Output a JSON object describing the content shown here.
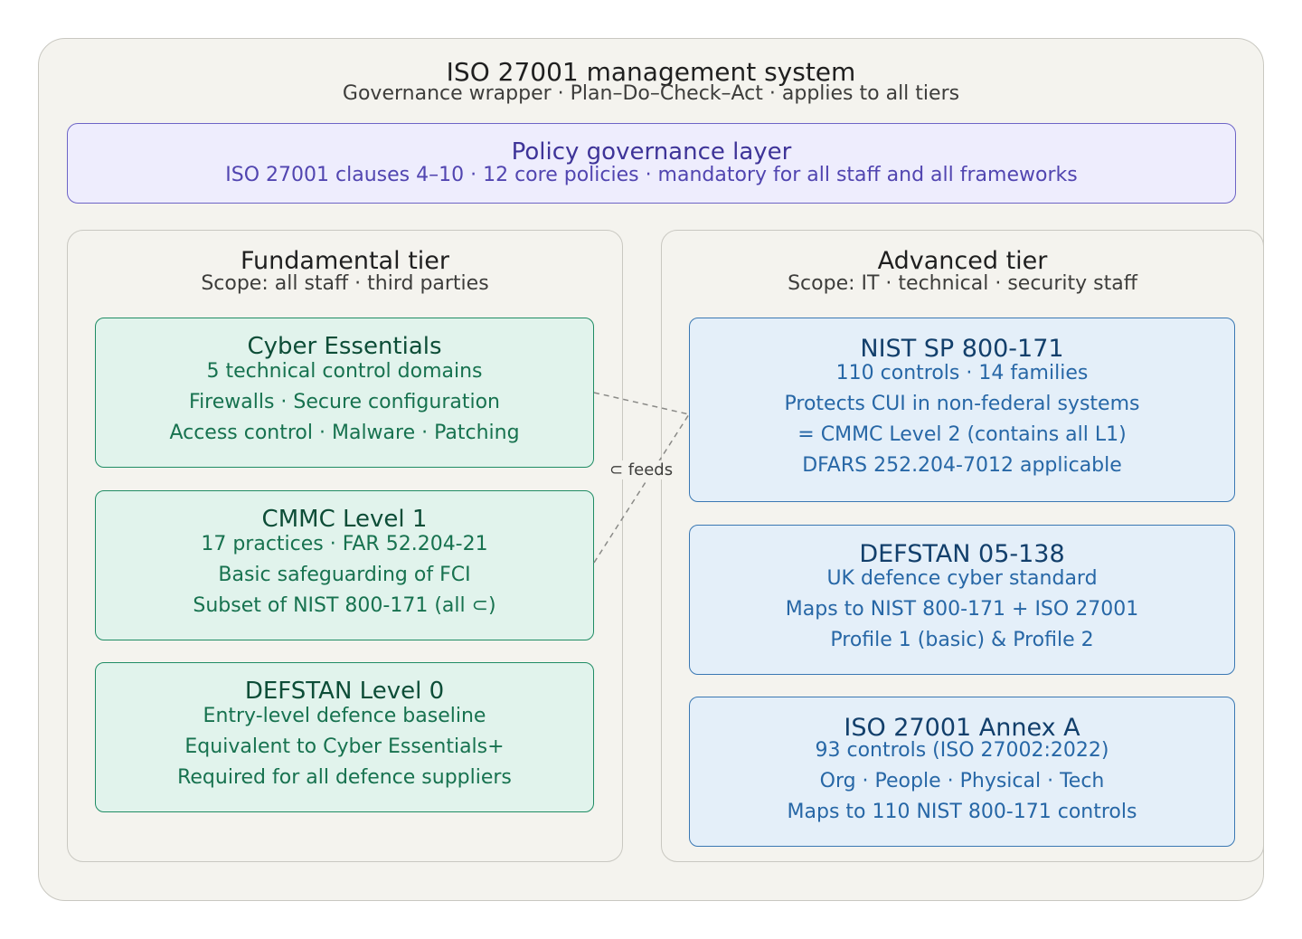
{
  "outer": {
    "title": "ISO 27001 management system",
    "subtitle": "Governance wrapper · Plan–Do–Check–Act · applies to all tiers"
  },
  "policy": {
    "title": "Policy governance layer",
    "subtitle": "ISO 27001 clauses 4–10 · 12 core policies · mandatory for all staff and all frameworks"
  },
  "fundamental": {
    "title": "Fundamental tier",
    "scope": "Scope: all staff · third parties",
    "boxes": [
      {
        "title": "Cyber Essentials",
        "lines": [
          "5 technical control domains",
          "Firewalls · Secure configuration",
          "Access control · Malware · Patching"
        ]
      },
      {
        "title": "CMMC Level 1",
        "lines": [
          "17 practices · FAR 52.204-21",
          "Basic safeguarding of FCI",
          "Subset of NIST 800-171 (all ⊂)"
        ]
      },
      {
        "title": "DEFSTAN Level 0",
        "lines": [
          "Entry-level defence baseline",
          "Equivalent to Cyber Essentials+",
          "Required for all defence suppliers"
        ]
      }
    ]
  },
  "advanced": {
    "title": "Advanced tier",
    "scope": "Scope: IT · technical · security staff",
    "boxes": [
      {
        "title": "NIST SP 800-171",
        "lines": [
          "110 controls · 14 families",
          "Protects CUI in non-federal systems",
          "= CMMC Level 2 (contains all L1)",
          "DFARS 252.204-7012 applicable"
        ]
      },
      {
        "title": "DEFSTAN 05-138",
        "lines": [
          "UK defence cyber standard",
          "Maps to NIST 800-171 + ISO 27001",
          "Profile 1 (basic) & Profile 2"
        ]
      },
      {
        "title": "ISO 27001 Annex A",
        "lines": [
          "93 controls (ISO 27002:2022)",
          "Org · People · Physical · Tech",
          "Maps to 110 NIST 800-171 controls"
        ]
      }
    ]
  },
  "edge": {
    "label": "⊂ feeds"
  },
  "colors": {
    "outer_bg": "#f4f3ee",
    "policy_fill": "#eeedfd",
    "policy_stroke": "#6d64c6",
    "fundamental_fill": "#e1f3ec",
    "fundamental_stroke": "#1f8c64",
    "advanced_fill": "#e4eff9",
    "advanced_stroke": "#3a78b3"
  }
}
